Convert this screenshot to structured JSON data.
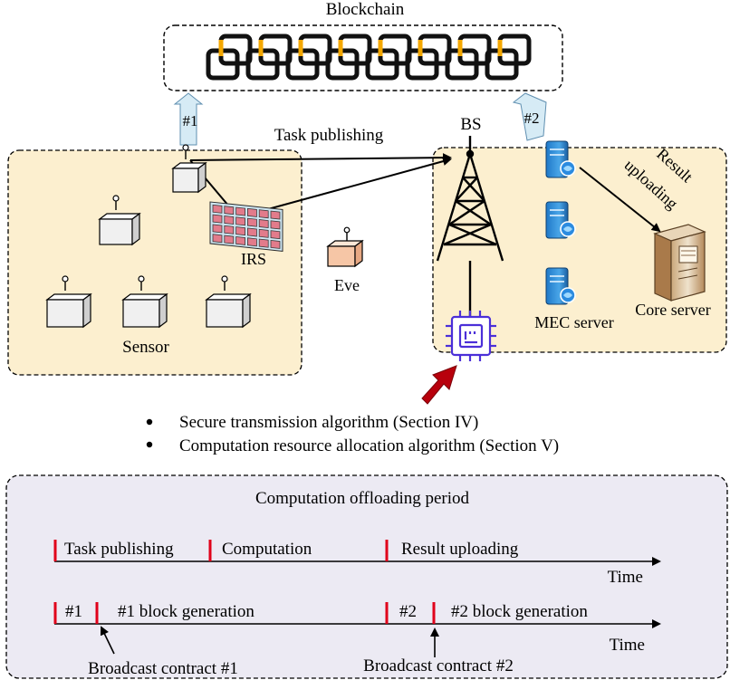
{
  "top": {
    "blockchain_label": "Blockchain",
    "task_publishing_label": "Task publishing",
    "bs_label": "BS",
    "link1_label": "#1",
    "link2_label": "#2",
    "result_uploading_line1": "Result",
    "result_uploading_line2": "uploading",
    "irs_label": "IRS",
    "eve_label": "Eve",
    "sensor_label": "Sensor",
    "mec_label": "MEC server",
    "core_label": "Core server"
  },
  "bullets": [
    "Secure transmission algorithm (Section IV)",
    "Computation resource allocation algorithm (Section V)"
  ],
  "period": {
    "title": "Computation offloading period",
    "timeline1": {
      "seg1": "Task publishing",
      "seg2": "Computation",
      "seg3": "Result uploading",
      "axis": "Time"
    },
    "timeline2": {
      "seg1": "#1",
      "seg2": "#1 block generation",
      "seg3": "#2",
      "seg4": "#2 block generation",
      "axis": "Time"
    },
    "contract1": "Broadcast contract #1",
    "contract2": "Broadcast contract #2"
  },
  "colors": {
    "panel_fill": "#fcefcf",
    "period_fill": "#eceaf3",
    "chain_accent": "#f5a800",
    "marker_red": "#e0001a",
    "chip_purple": "#4b2fd8",
    "light_arrow": "#d6ebf5",
    "dark_red_arrow": "#b8000c"
  }
}
